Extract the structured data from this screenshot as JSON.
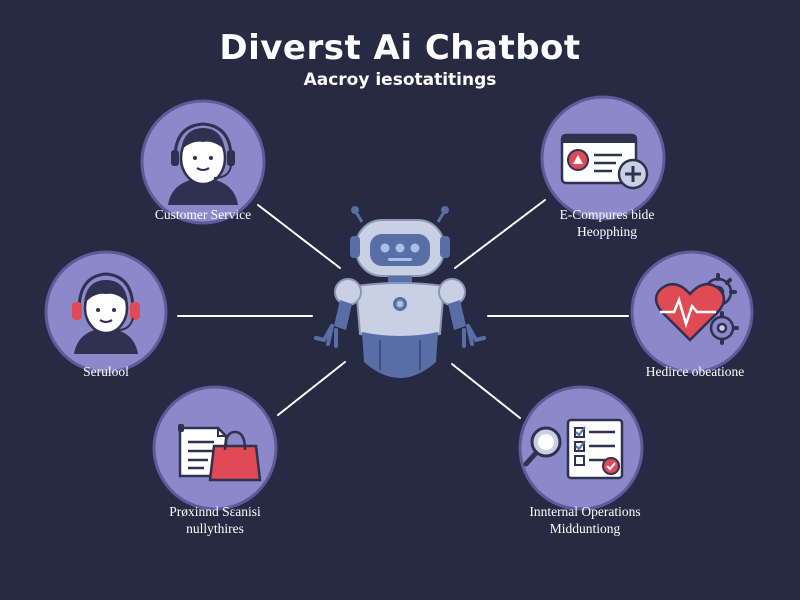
{
  "title": "Diverst  Ai Chatbot",
  "subtitle": "Aacroy iesotatitings",
  "colors": {
    "background": "#262a42",
    "node_fill": "#8b89c9",
    "node_stroke": "#5e5b9a",
    "robot_body": "#c8d0e4",
    "robot_dark": "#5a6ea6",
    "connector": "#ffffff",
    "accent_red": "#e04a55"
  },
  "nodes": {
    "customer_service": {
      "label": "Customer Service",
      "icon": "headset-agent-icon"
    },
    "ecommerce": {
      "label_line1": "E-Compures bide",
      "label_line2": "Heopphing",
      "icon": "web-window-add-icon"
    },
    "serulool": {
      "label": "Serulool",
      "icon": "headset-person-icon"
    },
    "healthcare": {
      "label": "Hedirce obeatione",
      "icon": "heart-gears-icon"
    },
    "shopping": {
      "label_line1": "Prøxinnd Sεanisi",
      "label_line2": "nullythires",
      "icon": "document-shopping-bag-icon"
    },
    "internal_ops": {
      "label_line1": "Innternal Operations",
      "label_line2": "Midduntiong",
      "icon": "magnifier-checklist-icon"
    }
  },
  "center": {
    "icon": "robot-icon"
  }
}
